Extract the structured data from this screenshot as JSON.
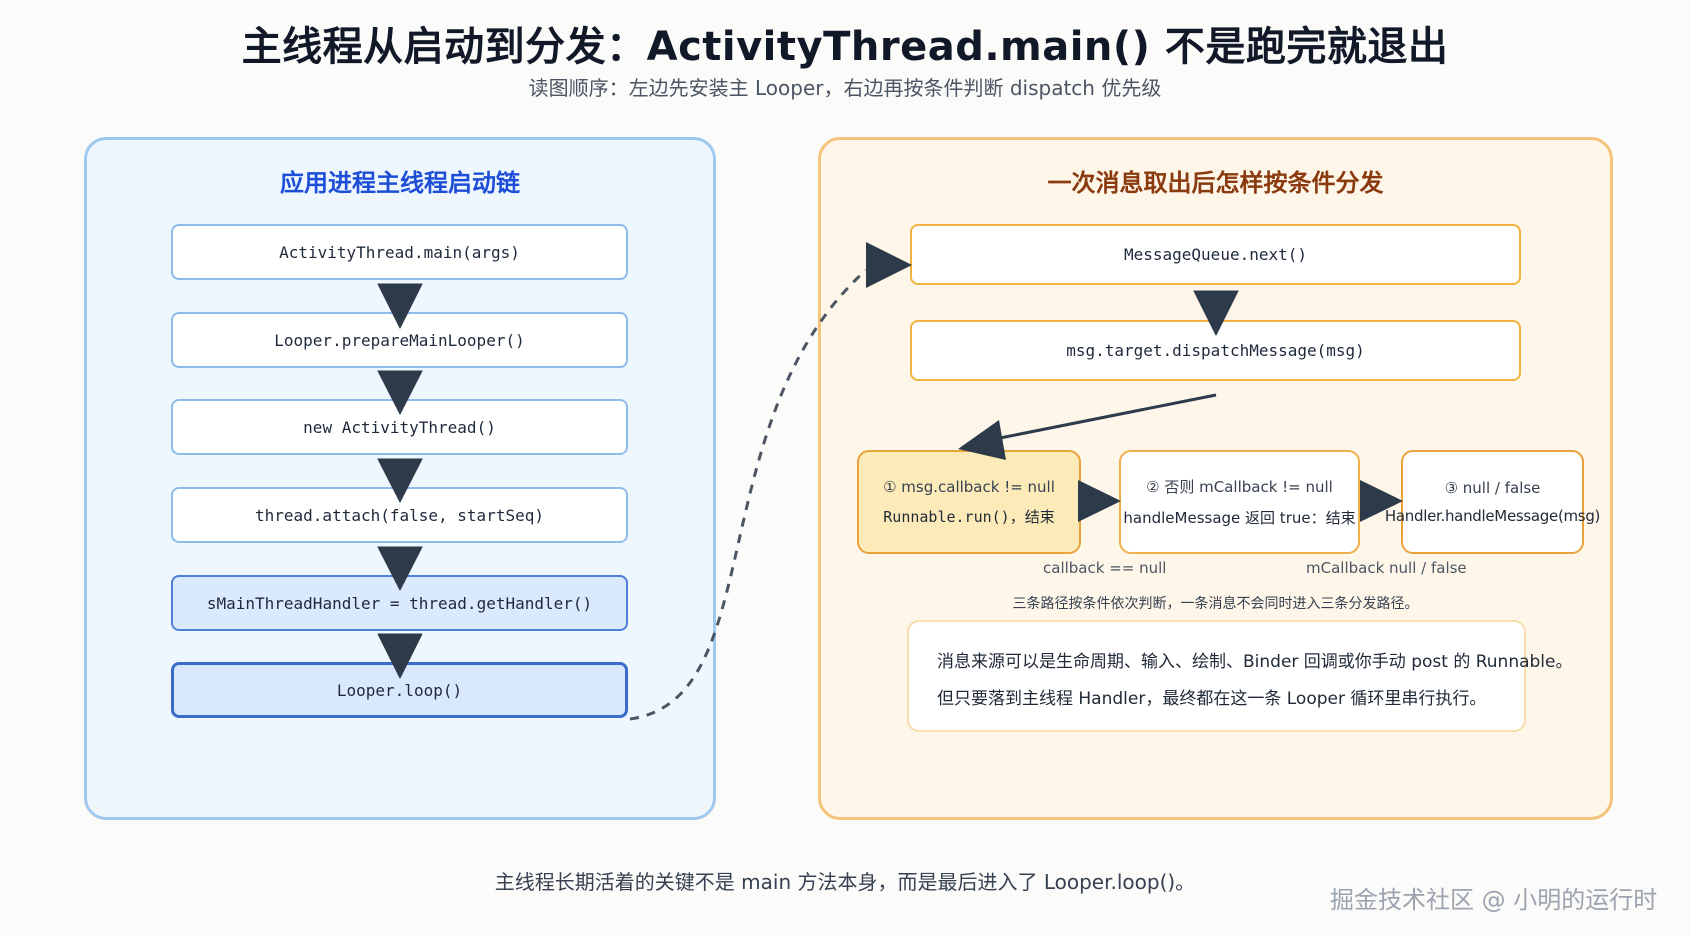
{
  "title": "主线程从启动到分发：ActivityThread.main() 不是跑完就退出",
  "subtitle": "读图顺序：左边先安装主 Looper，右边再按条件判断 dispatch 优先级",
  "left_panel": {
    "title": "应用进程主线程启动链",
    "nodes": [
      "ActivityThread.main(args)",
      "Looper.prepareMainLooper()",
      "new ActivityThread()",
      "thread.attach(false, startSeq)",
      "sMainThreadHandler = thread.getHandler()",
      "Looper.loop()"
    ]
  },
  "right_panel": {
    "title": "一次消息取出后怎样按条件分发",
    "nodes": [
      "MessageQueue.next()",
      "msg.target.dispatchMessage(msg)"
    ],
    "branches": [
      {
        "condition": "① msg.callback != null",
        "action": "Runnable.run()，结束"
      },
      {
        "condition": "② 否则 mCallback != null",
        "action": "handleMessage 返回 true：结束"
      },
      {
        "condition": "③ null / false",
        "action": "Handler.handleMessage(msg)"
      }
    ],
    "edge_labels": [
      "callback == null",
      "mCallback null / false"
    ],
    "note": "三条路径按条件依次判断，一条消息不会同时进入三条分发路径。",
    "info_lines": [
      "消息来源可以是生命周期、输入、绘制、Binder 回调或你手动 post 的 Runnable。",
      "但只要落到主线程 Handler，最终都在这一条 Looper 循环里串行执行。"
    ]
  },
  "footer": "主线程长期活着的关键不是 main 方法本身，而是最后进入了 Looper.loop()。",
  "watermark": "掘金技术社区 @ 小明的运行时"
}
